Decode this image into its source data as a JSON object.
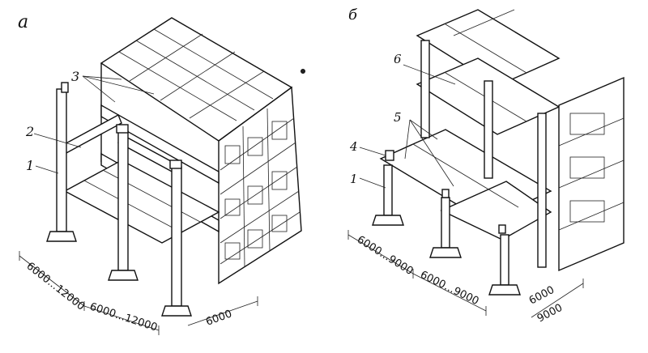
{
  "figure_a": {
    "letter": "а",
    "labels": {
      "label_1": "1",
      "label_2": "2",
      "label_3": "3"
    },
    "dims": {
      "span_left": "6000...12000",
      "span_front": "6000...12000",
      "depth": "6000"
    }
  },
  "figure_b": {
    "letter": "б",
    "labels": {
      "label_1": "1",
      "label_4": "4",
      "label_5": "5",
      "label_6": "6"
    },
    "dims": {
      "span_left": "6000...9000",
      "span_front": "6000...9000",
      "depth_1": "6000",
      "depth_2": "9000"
    }
  }
}
